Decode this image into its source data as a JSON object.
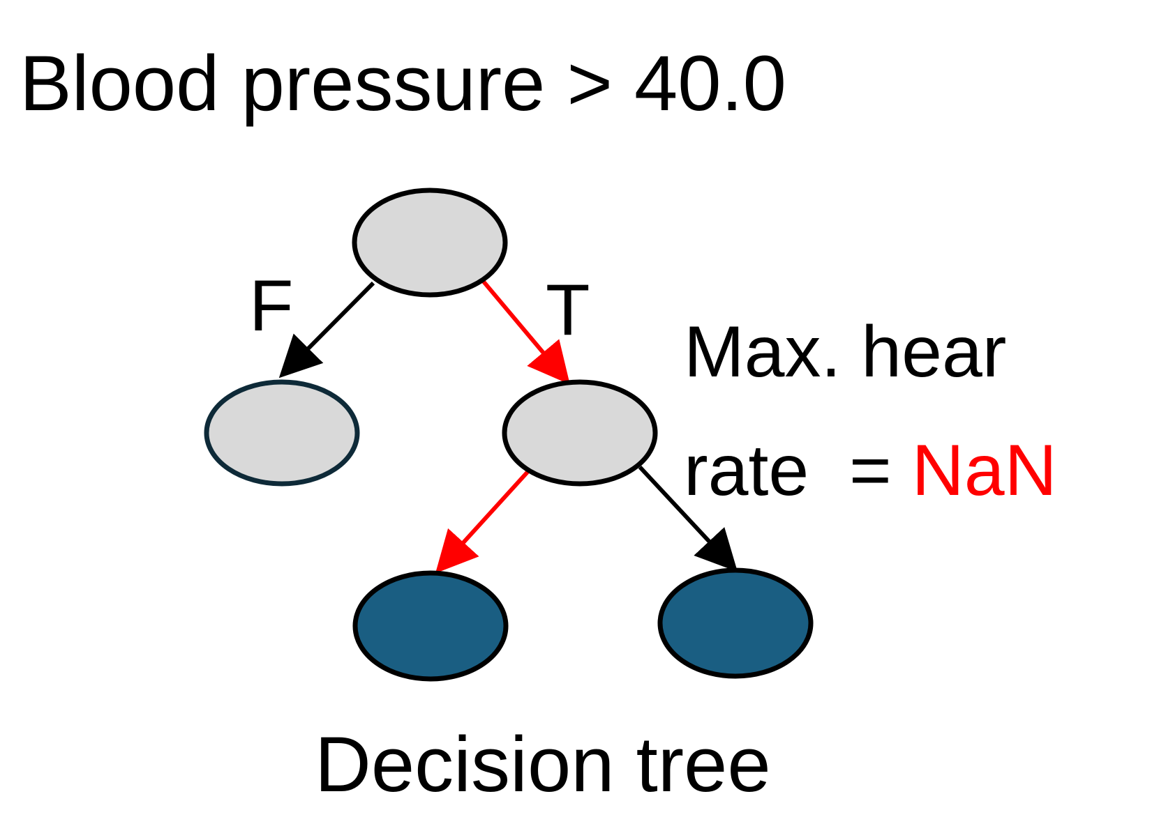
{
  "condition_top": "Blood pressure > 40.0",
  "branch_false": "F",
  "branch_true": "T",
  "condition_right": {
    "line1": "Max. hear",
    "line2_prefix": "rate  = ",
    "line2_value": "NaN"
  },
  "caption": "Decision tree",
  "colors": {
    "internal_node_fill": "#d9d9d9",
    "leaf_node_fill": "#1a5e82",
    "taken_path": "#ff0000",
    "untaken_path": "#000000",
    "nan_text": "#ff0000"
  }
}
